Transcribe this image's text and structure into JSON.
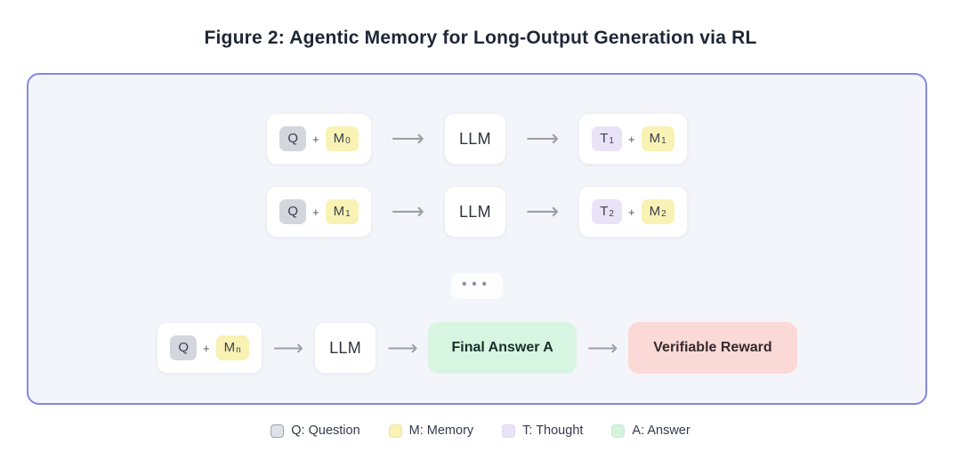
{
  "title": "Figure 2: Agentic Memory for Long-Output Generation via RL",
  "diagram": {
    "arrow": "⟶",
    "ellipsis": "•••",
    "rows": [
      {
        "input": {
          "q": "Q",
          "plus": "+",
          "m": "M",
          "m_sub": "0"
        },
        "llm": "LLM",
        "output": {
          "t": "T",
          "t_sub": "1",
          "plus": "+",
          "m": "M",
          "m_sub": "1"
        }
      },
      {
        "input": {
          "q": "Q",
          "plus": "+",
          "m": "M",
          "m_sub": "1"
        },
        "llm": "LLM",
        "output": {
          "t": "T",
          "t_sub": "2",
          "plus": "+",
          "m": "M",
          "m_sub": "2"
        }
      }
    ],
    "final_row": {
      "input": {
        "q": "Q",
        "plus": "+",
        "m": "M",
        "m_sub": "n"
      },
      "llm": "LLM",
      "final_answer": "Final Answer A",
      "reward": "Verifiable Reward"
    }
  },
  "legend": {
    "items": [
      {
        "label": "Q: Question",
        "swatch_color": "#e0e2e8"
      },
      {
        "label": "M: Memory",
        "swatch_color": "#f8f2b4"
      },
      {
        "label": "T: Thought",
        "swatch_color": "#eae4f8"
      },
      {
        "label": "A: Answer",
        "swatch_color": "#d6f3de"
      }
    ]
  },
  "colors": {
    "panel_border": "#8387e7",
    "panel_bg": "#f4f5fa",
    "question_badge": "#d3d6dd",
    "memory_badge": "#f8f2b4",
    "thought_badge": "#e9e3f8",
    "answer_box": "#d8f5e1",
    "reward_box": "#fbd9d6"
  }
}
